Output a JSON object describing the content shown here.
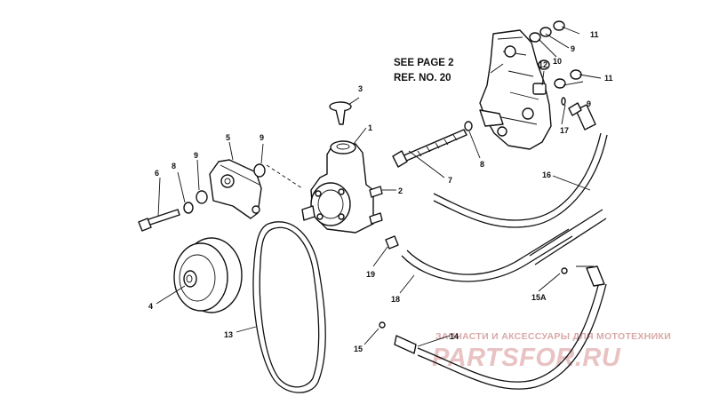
{
  "reference_note": {
    "line1": "SEE PAGE 2",
    "line2": "REF. NO. 20"
  },
  "callouts": {
    "pump": "1",
    "pump_fitting": "2",
    "reservoir_cap": "3",
    "pulley": "4",
    "rear_bracket": "5",
    "bolt_long": "6",
    "bolt_hose": "7",
    "washer_left": "8",
    "washer_right": "8",
    "nut_left": "9",
    "washer_bracket": "9",
    "nut_top": "9",
    "nut_mid": "9",
    "spacer_top": "10",
    "nut_right_top": "11",
    "nut_right_mid": "11",
    "spacer_mid": "12",
    "belt": "13",
    "pressure_hose": "14",
    "o_ring_lower": "15",
    "o_ring_right": "15A",
    "return_hose_right": "16",
    "o_ring_fitting": "17",
    "return_hose_lower": "18",
    "insert": "19"
  },
  "watermark": {
    "caption": "ЗАПЧАСТИ И АКСЕССУАРЫ ДЛЯ МОТОТЕХНИКИ",
    "brand": "PARTSFOR.RU"
  }
}
